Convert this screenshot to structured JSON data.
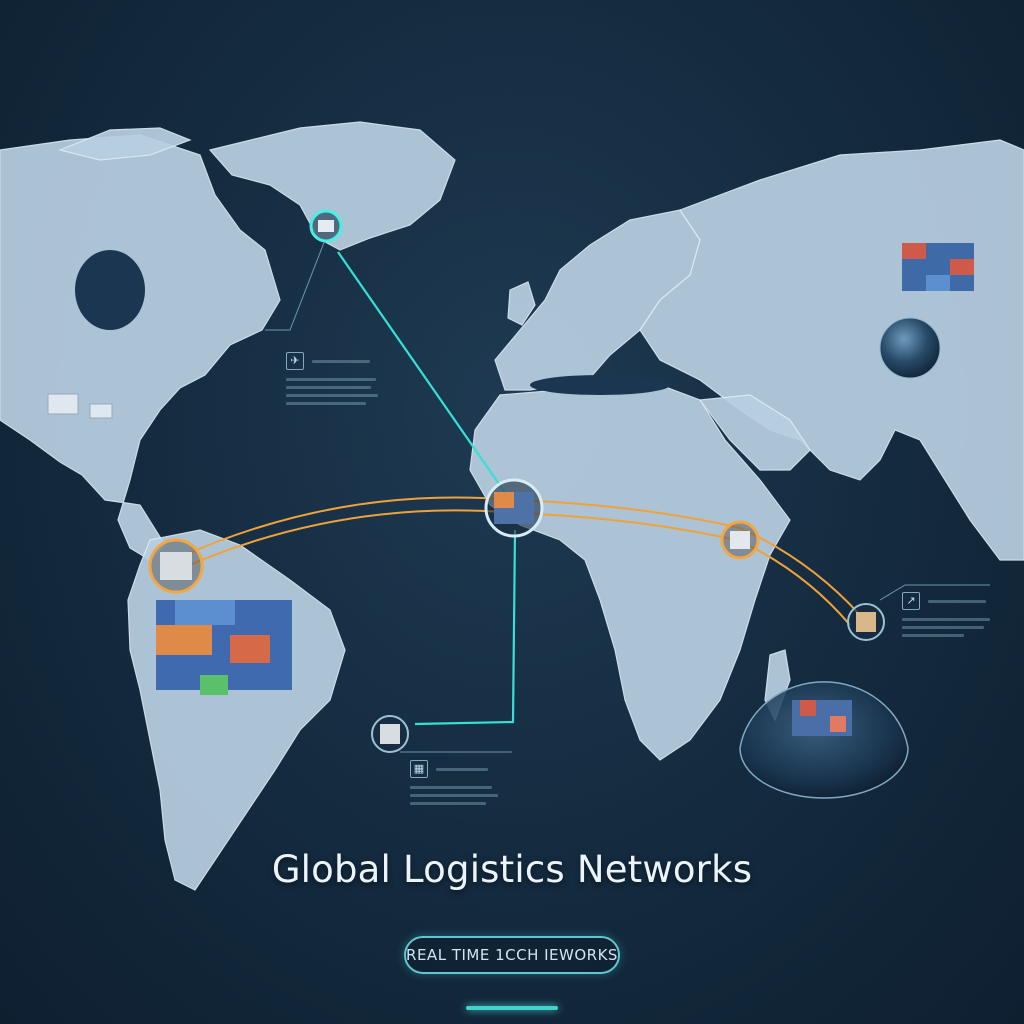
{
  "title": "Global Logistics Networks",
  "subtitle": "REAL TIME 1CCH IEWORKS",
  "colors": {
    "background": "#142a3e",
    "land": "#b9d0e2",
    "route_primary": "#37e0d6",
    "route_secondary": "#f0a23a",
    "title_text": "#eaf4fa"
  },
  "icons": {
    "container_stack": "shipping-containers",
    "globe": "globe",
    "warehouse": "warehouse",
    "plane": "airplane"
  }
}
